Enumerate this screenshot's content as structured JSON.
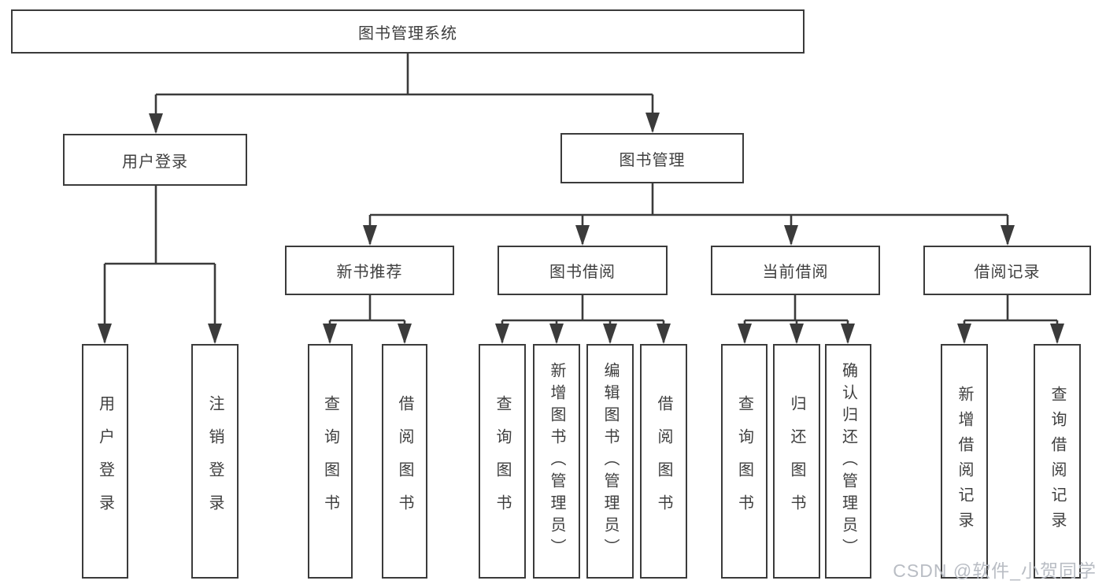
{
  "diagram": {
    "type": "tree-hierarchy",
    "nodes": {
      "root": "图书管理系统",
      "user_login": "用户登录",
      "book_mgmt": "图书管理",
      "new_book_rec": "新书推荐",
      "book_borrow": "图书借阅",
      "current_borrow": "当前借阅",
      "borrow_record": "借阅记录",
      "ul_login": "用户登录",
      "ul_logout": "注销登录",
      "nb_query": "查询图书",
      "nb_borrow": "借阅图书",
      "bb_query": "查询图书",
      "bb_add": "新增图书（管理员）",
      "bb_edit": "编辑图书（管理员）",
      "bb_borrow": "借阅图书",
      "cb_query": "查询图书",
      "cb_return": "归还图书",
      "cb_confirm": "确认归还（管理员）",
      "br_add": "新增借阅记录",
      "br_query": "查询借阅记录"
    },
    "edges": [
      [
        "root",
        "user_login"
      ],
      [
        "root",
        "book_mgmt"
      ],
      [
        "user_login",
        "ul_login"
      ],
      [
        "user_login",
        "ul_logout"
      ],
      [
        "book_mgmt",
        "new_book_rec"
      ],
      [
        "book_mgmt",
        "book_borrow"
      ],
      [
        "book_mgmt",
        "current_borrow"
      ],
      [
        "book_mgmt",
        "borrow_record"
      ],
      [
        "new_book_rec",
        "nb_query"
      ],
      [
        "new_book_rec",
        "nb_borrow"
      ],
      [
        "book_borrow",
        "bb_query"
      ],
      [
        "book_borrow",
        "bb_add"
      ],
      [
        "book_borrow",
        "bb_edit"
      ],
      [
        "book_borrow",
        "bb_borrow"
      ],
      [
        "current_borrow",
        "cb_query"
      ],
      [
        "current_borrow",
        "cb_return"
      ],
      [
        "current_borrow",
        "cb_confirm"
      ],
      [
        "borrow_record",
        "br_add"
      ],
      [
        "borrow_record",
        "br_query"
      ]
    ]
  },
  "watermark": "CSDN @软件_小贺同学",
  "colors": {
    "line": "#3b3b3b",
    "text": "#3f3f3f",
    "watermark": "#b9bdc4",
    "background": "#ffffff"
  }
}
